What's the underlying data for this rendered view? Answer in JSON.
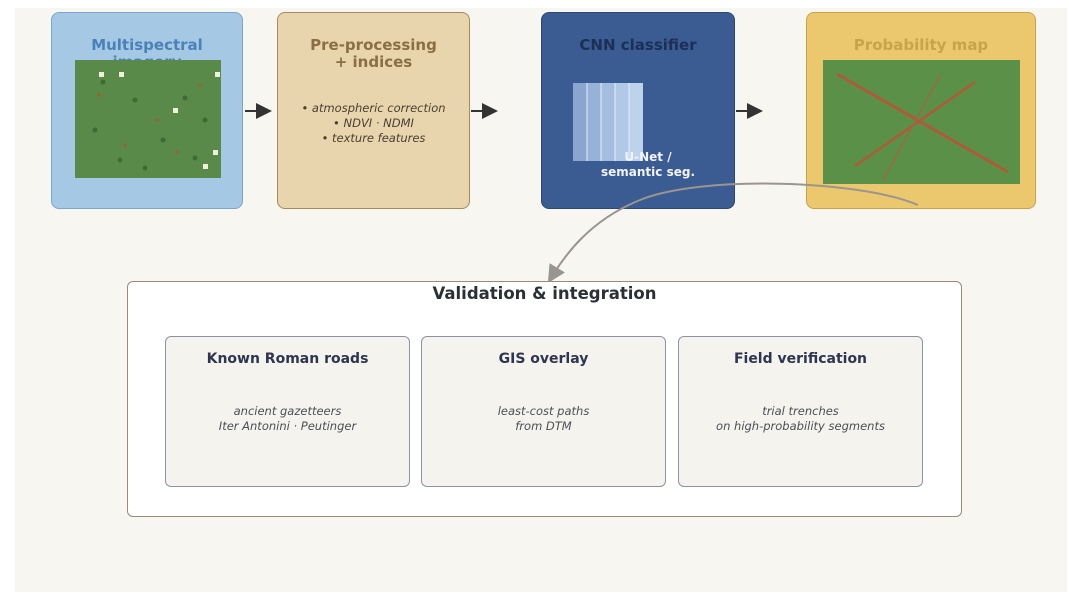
{
  "stages": [
    {
      "title_lines": [
        "Multispectral",
        "imagery"
      ]
    },
    {
      "title_lines": [
        "Pre-processing",
        "+ indices"
      ],
      "bullets": [
        "• atmospheric correction",
        "• NDVI · NDMI",
        "• texture features"
      ]
    },
    {
      "title_lines": [
        "CNN classifier"
      ],
      "caption_lines": [
        "U-Net /",
        "semantic seg."
      ]
    },
    {
      "title_lines": [
        "Probability map"
      ]
    }
  ],
  "validation": {
    "title": "Validation & integration",
    "cards": [
      {
        "title": "Known Roman roads",
        "lines": [
          "ancient gazetteers",
          "Iter Antonini · Peutinger"
        ]
      },
      {
        "title": "GIS overlay",
        "lines": [
          "least-cost paths",
          "from DTM"
        ]
      },
      {
        "title": "Field verification",
        "lines": [
          "trial trenches",
          "on high-probability segments"
        ]
      }
    ]
  },
  "colors": {
    "imagery_green": "#5a8a4a",
    "road_line": "#b05a3a",
    "connector": "#9a958e",
    "arrow": "#333333"
  }
}
